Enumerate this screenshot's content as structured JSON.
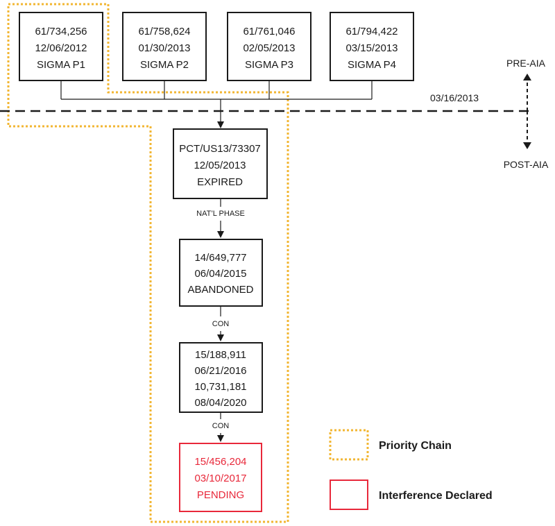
{
  "provisionals": [
    {
      "number": "61/734,256",
      "date": "12/06/2012",
      "name": "SIGMA P1"
    },
    {
      "number": "61/758,624",
      "date": "01/30/2013",
      "name": "SIGMA P2"
    },
    {
      "number": "61/761,046",
      "date": "02/05/2013",
      "name": "SIGMA P3"
    },
    {
      "number": "61/794,422",
      "date": "03/15/2013",
      "name": "SIGMA P4"
    }
  ],
  "cutoff": {
    "date": "03/16/2013",
    "pre_label": "PRE-AIA",
    "post_label": "POST-AIA"
  },
  "pct": {
    "line1": "PCT/US13/73307",
    "line2": "12/05/2013",
    "line3": "EXPIRED"
  },
  "natl_phase_label": "NAT’L PHASE",
  "app1": {
    "line1": "14/649,777",
    "line2": "06/04/2015",
    "line3": "ABANDONED"
  },
  "con1_label": "CON",
  "app2": {
    "line1": "15/188,911",
    "line2": "06/21/2016",
    "line3": "10,731,181",
    "line4": "08/04/2020"
  },
  "con2_label": "CON",
  "app3": {
    "line1": "15/456,204",
    "line2": "03/10/2017",
    "line3": "PENDING"
  },
  "legend": {
    "priority_chain": "Priority Chain",
    "interference": "Interference Declared"
  },
  "colors": {
    "priority_chain": "#f2b632",
    "interference": "#e8283a",
    "box_border": "#1a1a1a"
  }
}
